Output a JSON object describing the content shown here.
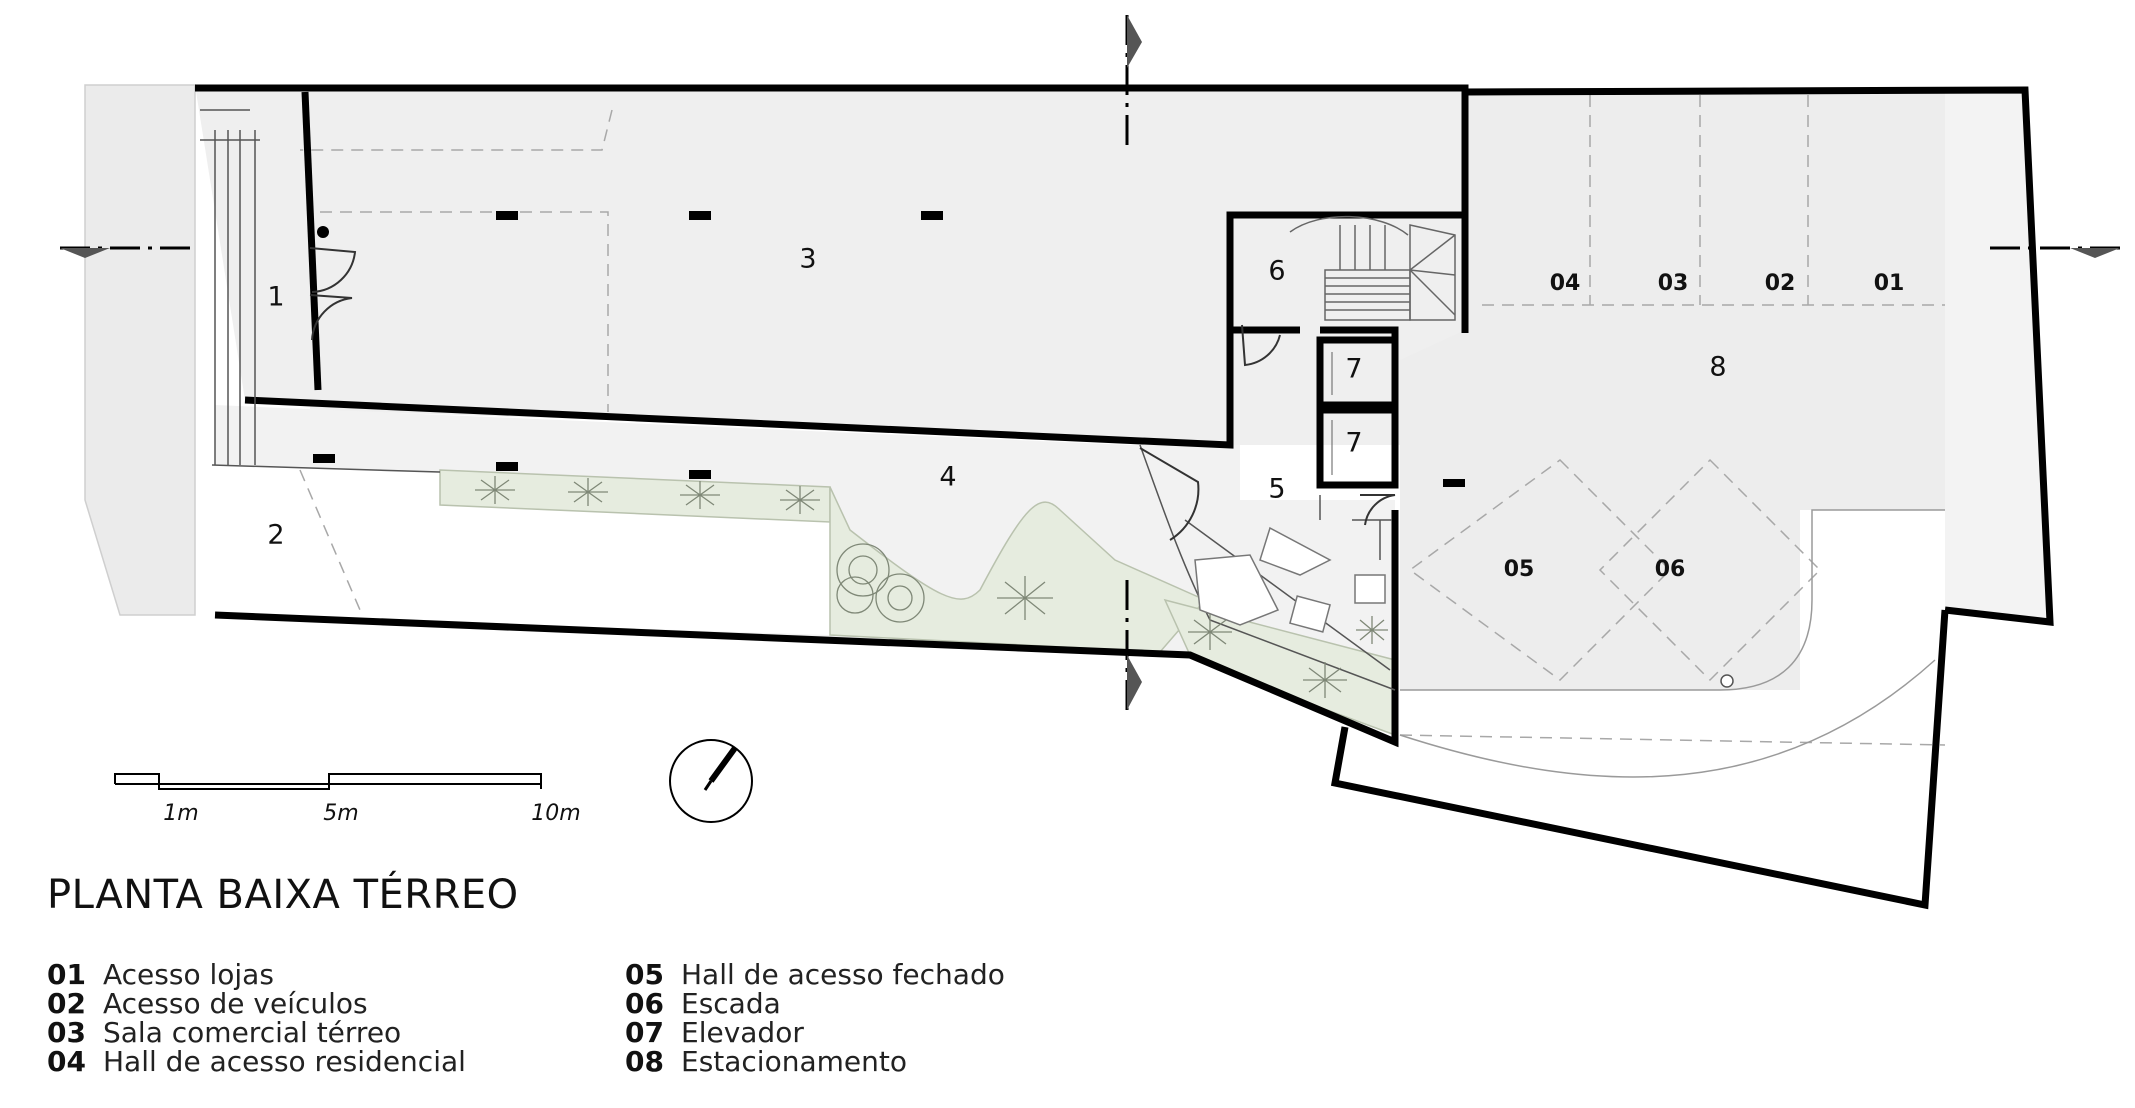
{
  "title": "PLANTA BAIXA TÉRREO",
  "rooms": [
    "1",
    "2",
    "3",
    "4",
    "5",
    "6",
    "7",
    "7",
    "8"
  ],
  "spaces": [
    "04",
    "03",
    "02",
    "01",
    "05",
    "06"
  ],
  "scale": {
    "labels": [
      "1m",
      "5m",
      "10m"
    ]
  },
  "legend_left": [
    {
      "num": "01",
      "text": "Acesso lojas"
    },
    {
      "num": "02",
      "text": "Acesso de veículos"
    },
    {
      "num": "03",
      "text": "Sala comercial térreo"
    },
    {
      "num": "04",
      "text": "Hall de acesso residencial"
    }
  ],
  "legend_right": [
    {
      "num": "05",
      "text": "Hall de acesso fechado"
    },
    {
      "num": "06",
      "text": "Escada"
    },
    {
      "num": "07",
      "text": "Elevador"
    },
    {
      "num": "08",
      "text": "Estacionamento"
    }
  ],
  "colors": {
    "wall": "#000000",
    "floor": "#f0f0f0",
    "garden": "#e7ede1",
    "line": "#999999"
  },
  "icons": [
    "north-arrow-icon",
    "section-marker-icon"
  ]
}
